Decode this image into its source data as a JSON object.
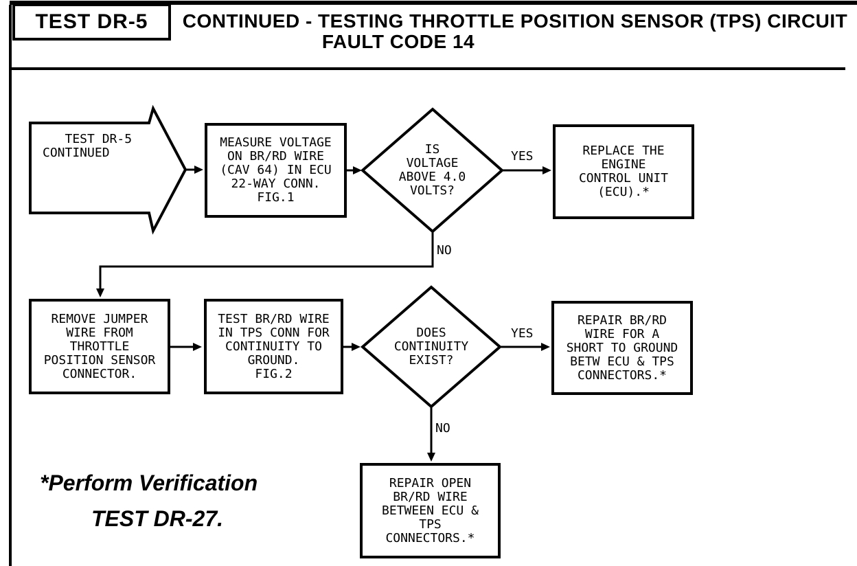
{
  "header": {
    "test_label": "TEST DR-5",
    "title_line1": "CONTINUED -  TESTING THROTTLE POSITION SENSOR (TPS) CIRCUIT",
    "title_line2": "FAULT CODE 14"
  },
  "flowchart": {
    "start": {
      "text": "   TEST DR-5\nCONTINUED"
    },
    "step_measure": {
      "text": "MEASURE VOLTAGE\nON BR/RD WIRE\n(CAV 64) IN ECU\n22-WAY CONN.\nFIG.1"
    },
    "decision_voltage": {
      "text": "IS\nVOLTAGE\nABOVE 4.0\nVOLTS?"
    },
    "step_replace_ecu": {
      "text": "REPLACE THE\nENGINE\nCONTROL UNIT\n(ECU).*"
    },
    "step_remove_jumper": {
      "text": "REMOVE JUMPER\nWIRE FROM\nTHROTTLE\nPOSITION SENSOR\nCONNECTOR."
    },
    "step_test_wire": {
      "text": "TEST BR/RD WIRE\nIN TPS CONN FOR\nCONTINUITY TO\nGROUND.\nFIG.2"
    },
    "decision_continuity": {
      "text": "DOES\nCONTINUITY\nEXIST?"
    },
    "step_repair_short": {
      "text": "REPAIR BR/RD\nWIRE FOR A\nSHORT TO GROUND\nBETW ECU & TPS\nCONNECTORS.*"
    },
    "step_repair_open": {
      "text": "REPAIR OPEN\nBR/RD WIRE\nBETWEEN ECU &\nTPS\nCONNECTORS.*"
    },
    "labels": {
      "yes1": "YES",
      "no1": "NO",
      "yes2": "YES",
      "no2": "NO"
    }
  },
  "footnote": {
    "line1": "*Perform Verification",
    "line2": "TEST DR-27."
  },
  "colors": {
    "ink": "#000000",
    "paper": "#ffffff"
  }
}
